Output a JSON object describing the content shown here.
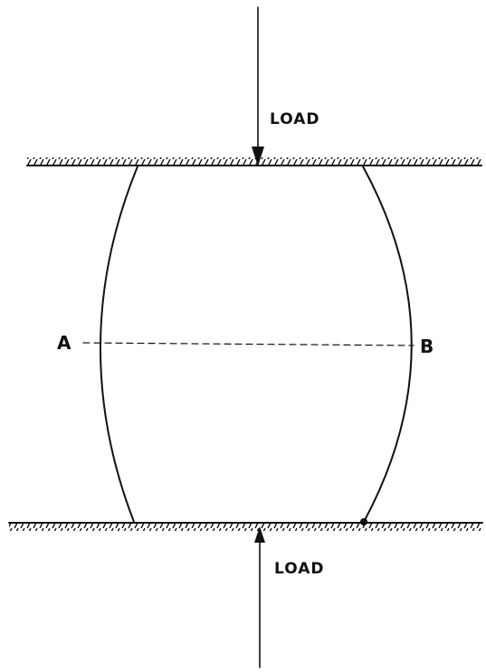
{
  "labels": {
    "top_load": "LOAD",
    "bottom_load": "LOAD",
    "point_a": "A",
    "point_b": "B"
  },
  "colors": {
    "ink": "#111111",
    "background": "#ffffff"
  }
}
